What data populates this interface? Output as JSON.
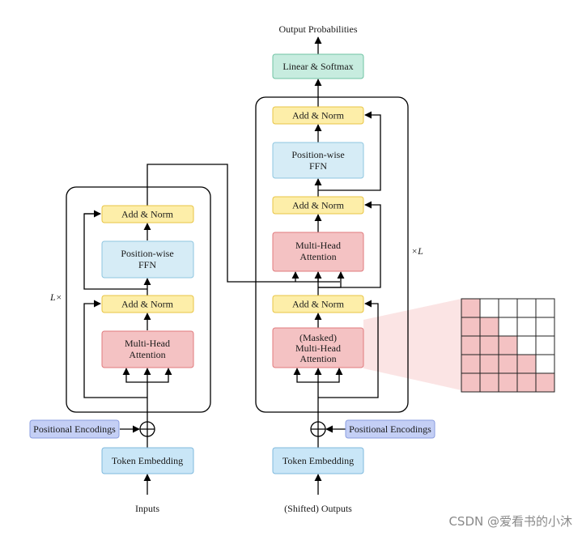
{
  "labels": {
    "output_probabilities": "Output Probabilities",
    "inputs": "Inputs",
    "shifted_outputs": "(Shifted) Outputs",
    "encoder_repeat": "L×",
    "decoder_repeat": "×L",
    "watermark": "CSDN @爱看书的小沐"
  },
  "encoder": {
    "add_norm_top": "Add & Norm",
    "ffn_line1": "Position-wise",
    "ffn_line2": "FFN",
    "add_norm_bottom": "Add & Norm",
    "mha_line1": "Multi-Head",
    "mha_line2": "Attention",
    "positional_encodings": "Positional Encodings",
    "token_embedding": "Token Embedding"
  },
  "decoder": {
    "linear_softmax": "Linear & Softmax",
    "add_norm_top": "Add & Norm",
    "ffn_line1": "Position-wise",
    "ffn_line2": "FFN",
    "add_norm_mid": "Add & Norm",
    "cross_line1": "Multi-Head",
    "cross_line2": "Attention",
    "add_norm_bottom": "Add & Norm",
    "masked_line1": "(Masked)",
    "masked_line2": "Multi-Head",
    "masked_line3": "Attention",
    "positional_encodings": "Positional Encodings",
    "token_embedding": "Token Embedding"
  },
  "mask_grid": {
    "size": 5,
    "filled_color": "#f4c2c3",
    "empty_color": "#ffffff"
  },
  "colors": {
    "add_norm_fill": "#fdeea9",
    "add_norm_stroke": "#e8c445",
    "ffn_fill": "#d6ecf6",
    "ffn_stroke": "#8ec6e0",
    "attention_fill": "#f4c2c3",
    "attention_stroke": "#e07b7e",
    "embedding_fill": "#c9e6f7",
    "embedding_stroke": "#7fb9de",
    "posenc_fill": "#c4cff5",
    "posenc_stroke": "#8a9de0",
    "softmax_fill": "#c7ecdf",
    "softmax_stroke": "#6fc3a3"
  }
}
